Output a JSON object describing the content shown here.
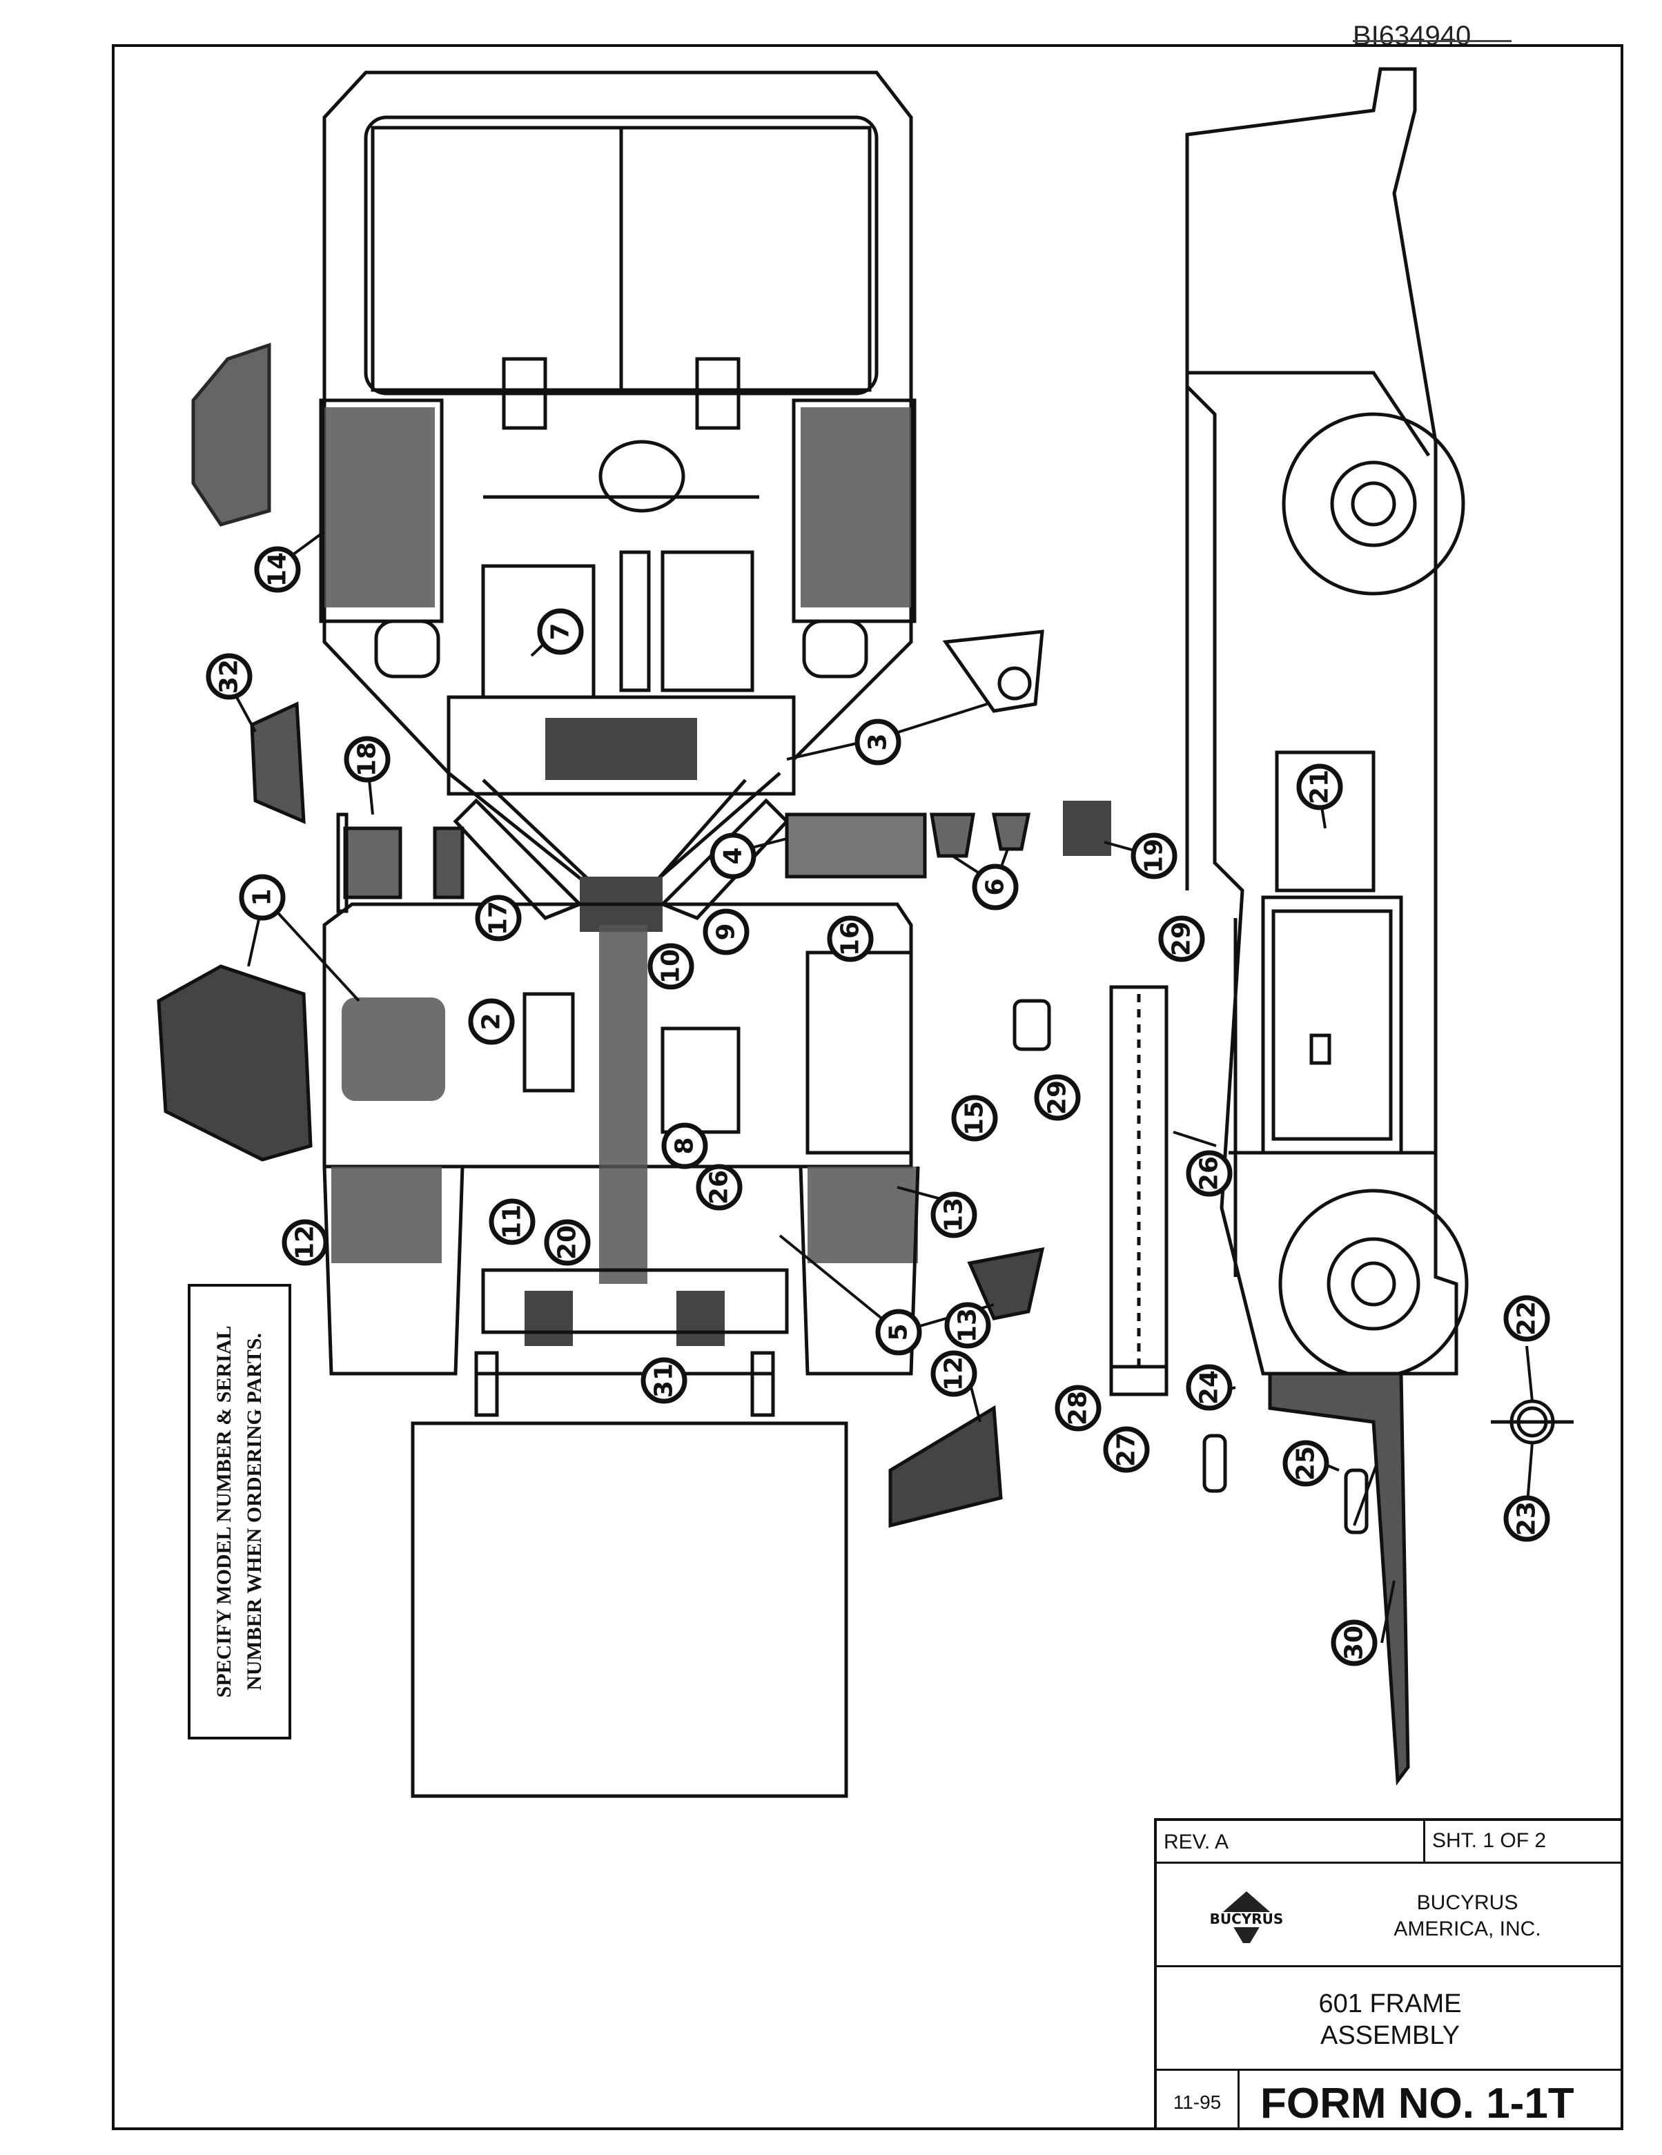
{
  "document": {
    "doc_id": "BI634940"
  },
  "callouts": [
    "1",
    "1",
    "2",
    "3",
    "4",
    "5",
    "6",
    "6",
    "7",
    "8",
    "9",
    "10",
    "11",
    "12",
    "12",
    "13",
    "13",
    "14",
    "15",
    "16",
    "17",
    "18",
    "19",
    "20",
    "21",
    "22",
    "23",
    "24",
    "25",
    "26",
    "26",
    "27",
    "28",
    "29",
    "29",
    "30",
    "31",
    "32"
  ],
  "notice": {
    "text": "SPECIFY MODEL NUMBER & SERIAL\nNUMBER WHEN ORDERING PARTS."
  },
  "title_block": {
    "revision": "REV. A",
    "sheet": "SHT. 1 OF 2",
    "logo_text": "BUCYRUS",
    "company": "BUCYRUS\nAMERICA, INC.",
    "title": "601 FRAME\nASSEMBLY",
    "date": "11-95",
    "form_number": "FORM NO. 1-1T"
  },
  "colors": {
    "ink": "#111111",
    "shade": "#555555",
    "paper": "#ffffff"
  }
}
